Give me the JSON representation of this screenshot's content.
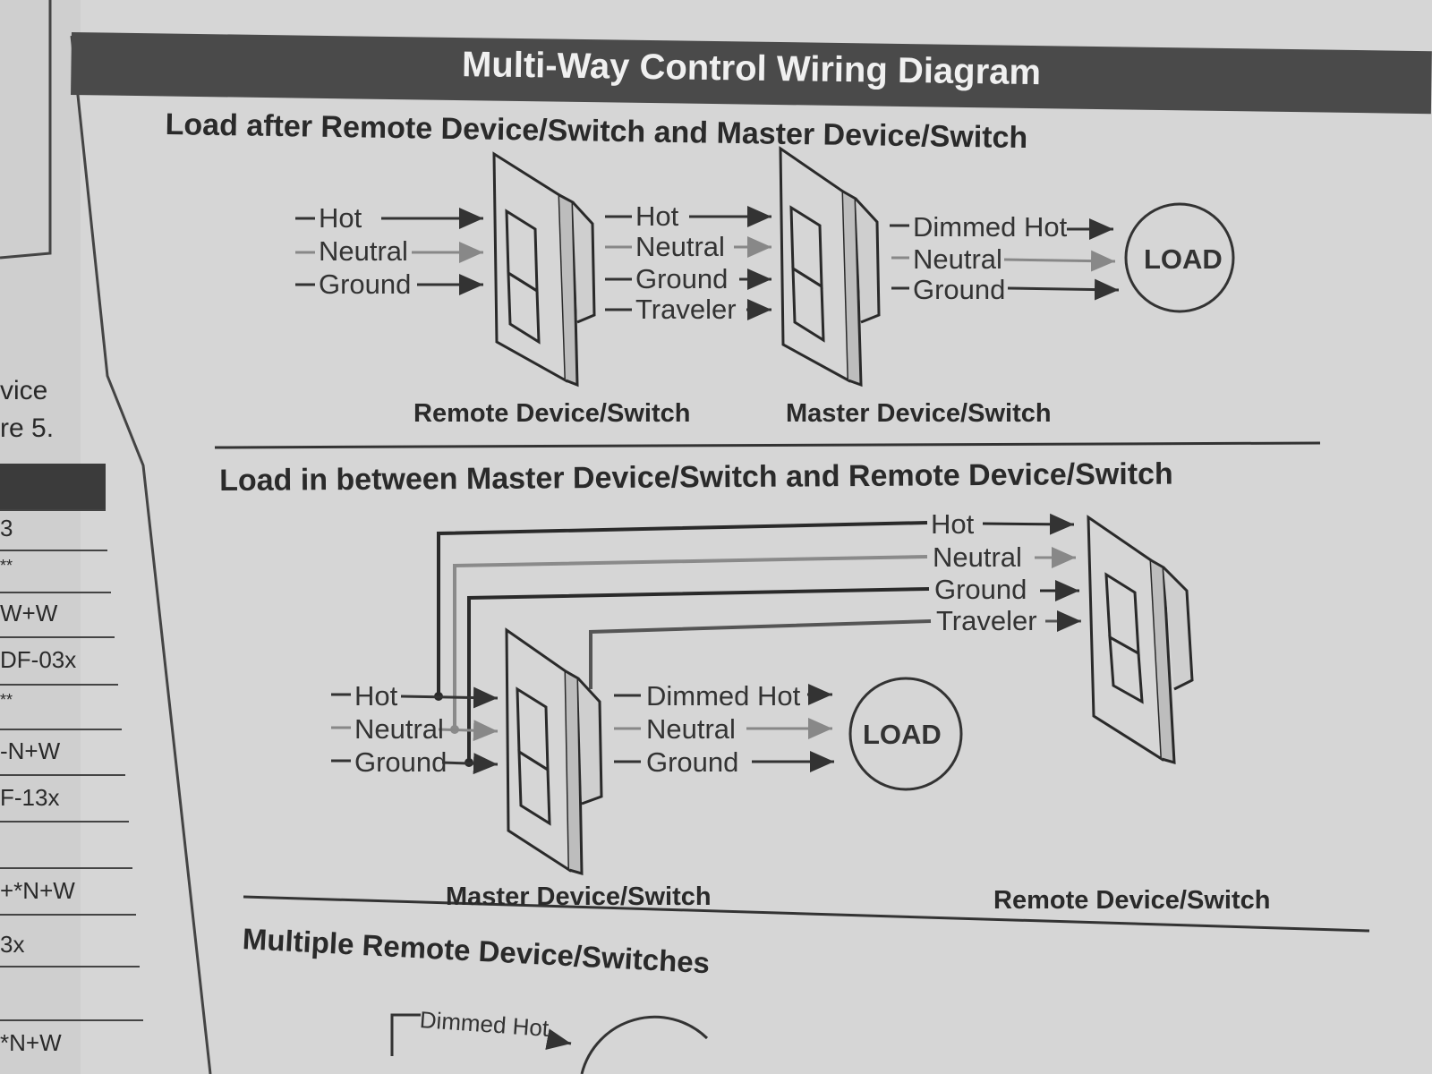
{
  "title": "Multi-Way Control Wiring Diagram",
  "section1": {
    "heading": "Load after Remote Device/Switch and Master Device/Switch",
    "in_labels": [
      "Hot",
      "Neutral",
      "Ground"
    ],
    "mid_labels": [
      "Hot",
      "Neutral",
      "Ground",
      "Traveler"
    ],
    "out_labels": [
      "Dimmed Hot",
      "Neutral",
      "Ground"
    ],
    "load": "LOAD",
    "caption_left": "Remote Device/Switch",
    "caption_right": "Master Device/Switch"
  },
  "section2": {
    "heading": "Load in between Master Device/Switch and Remote Device/Switch",
    "to_remote_labels": [
      "Hot",
      "Neutral",
      "Ground",
      "Traveler"
    ],
    "in_labels": [
      "Hot",
      "Neutral",
      "Ground"
    ],
    "out_labels": [
      "Dimmed Hot",
      "Neutral",
      "Ground"
    ],
    "load": "LOAD",
    "caption_left": "Master Device/Switch",
    "caption_right": "Remote Device/Switch"
  },
  "section3": {
    "heading": "Multiple Remote Device/Switches",
    "partial_label": "Dimmed Hot"
  },
  "left_margin": {
    "text_lines": [
      "vice",
      "re 5."
    ],
    "table_cells": [
      "3",
      "**",
      "W+W",
      "DF-03x",
      "**",
      "-N+W",
      "F-13x",
      "",
      "+*N+W",
      "3x",
      "*N+W"
    ]
  }
}
